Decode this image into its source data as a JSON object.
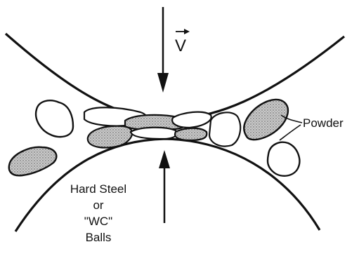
{
  "figure": {
    "velocity_symbol": "V",
    "powder_label": "Powder",
    "balls_label_lines": [
      "Hard Steel",
      "or",
      "\"WC\"",
      "Balls"
    ]
  },
  "colors": {
    "line": "#111111",
    "background": "#ffffff"
  },
  "icons": {
    "powder_fill": "stipple-pattern",
    "arrows": "arrow-down / arrow-up"
  }
}
